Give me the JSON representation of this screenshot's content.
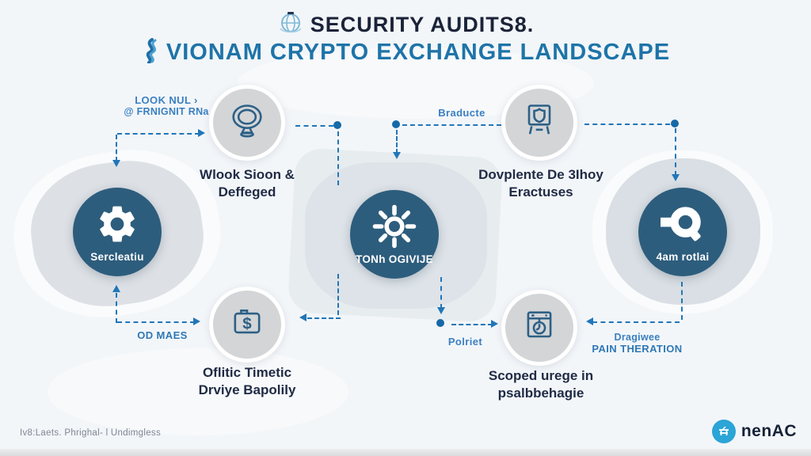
{
  "title": {
    "line1": "SECURITY AUDITS8.",
    "line2": "VIONAM CRYPTO EXCHANGE LANDSCAPE"
  },
  "annotations": {
    "top_left": {
      "line1": "LOOK NUL ›",
      "line2": "@ FRNIGNIT RNa"
    },
    "braducte": "Braducte",
    "od_maes": "OD MAES",
    "polriet": "Polriet",
    "pain": {
      "line1": "Dragiwee",
      "line2": "PAIN THERATION"
    }
  },
  "nodes": {
    "webcam": {
      "line1": "Wlook Sioon &",
      "line2": "Deffeged"
    },
    "monitor": {
      "line1": "Dovplente De 3Ihoy",
      "line2": "Eractuses"
    },
    "gear": {
      "label": "Sercleatiu"
    },
    "sun": {
      "label": "TONh OGIVIJE"
    },
    "magnifier": {
      "label": "4am rotlai"
    },
    "briefcase": {
      "line1": "Oflitic Timetic",
      "line2": "Drviye Bapolily",
      "icon_char": "$"
    },
    "calendar": {
      "line1": "Scoped urege in",
      "line2": "psalbbehagie"
    }
  },
  "footer": {
    "left_text": "Iv8:Laets. Phrighal- l Undimgless",
    "logo_text": "nenAC"
  },
  "icons": {
    "title_badge": "globe-shield-icon",
    "title_ribbon": "ribbon-s-icon",
    "node_icons": [
      "webcam-icon",
      "monitor-shield-icon",
      "gear-icon",
      "sun-icon",
      "magnifier-icon",
      "briefcase-dollar-icon",
      "calendar-clock-icon"
    ],
    "logo": "bridge-icon"
  },
  "colors": {
    "background": "#f3f6f9",
    "title_navy": "#1b2338",
    "title_teal": "#1e74a8",
    "node_dark": "#2d5d7d",
    "node_gray": "#d3d5d7",
    "connector_blue": "#2176b8",
    "annotation_blue": "#3a80c1",
    "logo_blue": "#2ba4d6"
  }
}
